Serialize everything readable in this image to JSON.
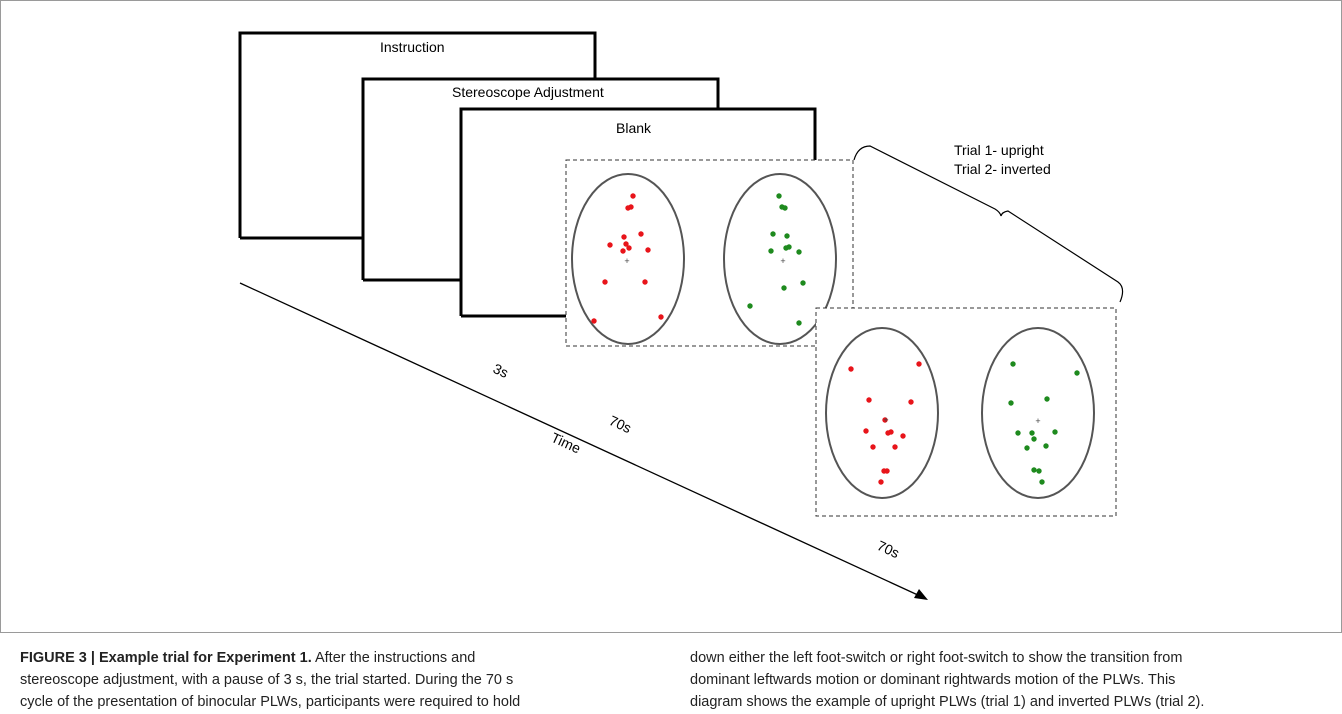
{
  "screens": {
    "instruction": "Instruction",
    "stereoscope": "Stereoscope Adjustment",
    "blank": "Blank"
  },
  "trials": {
    "line1": "Trial 1- upright",
    "line2": "Trial 2- inverted"
  },
  "timeline": {
    "t1": "3s",
    "t2": "70s",
    "t3": "70s",
    "axis_label": "Time"
  },
  "colors": {
    "left_eye_dots": "#e8141a",
    "right_eye_dots": "#1e8a1e",
    "frame": "#000000",
    "ellipse": "#555555"
  },
  "caption": {
    "label": "FIGURE 3 | Example trial for Experiment 1.",
    "col1_line1": " After the instructions and",
    "col1_line2": "stereoscope adjustment, with a pause of 3 s, the trial started. During the 70 s",
    "col1_line3": "cycle of the presentation of binocular PLWs, participants were required to hold",
    "col2_line1": "down either the left foot-switch or right foot-switch to show the transition from",
    "col2_line2": "dominant leftwards motion or dominant rightwards motion of the PLWs. This",
    "col2_line3": "diagram shows the example of upright PLWs (trial 1) and inverted PLWs (trial 2)."
  }
}
